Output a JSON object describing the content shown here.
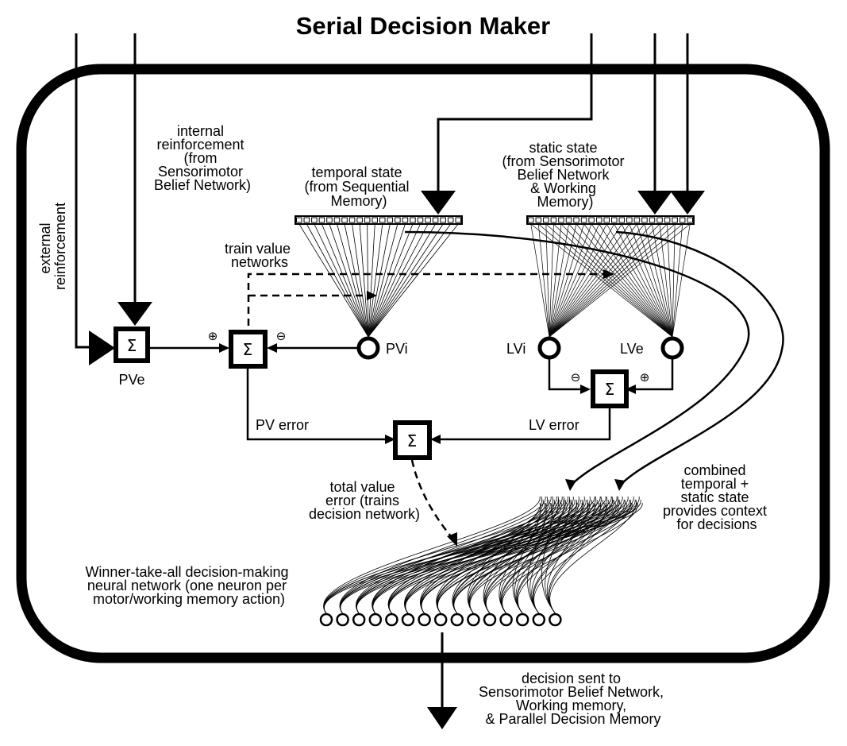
{
  "title": "Serial Decision Maker",
  "colors": {
    "ink": "#000000",
    "background": "#ffffff"
  },
  "labels": {
    "external_reinforcement": [
      "external",
      "reinforcement"
    ],
    "internal_reinforcement": [
      "internal",
      "reinforcement",
      "(from",
      "Sensorimotor",
      "Belief Network)"
    ],
    "temporal_state": [
      "temporal state",
      "(from Sequential",
      "Memory)"
    ],
    "static_state": [
      "static state",
      "(from Sensorimotor",
      "Belief Network",
      "& Working",
      "Memory)"
    ],
    "train_value_networks": [
      "train value",
      "networks"
    ],
    "pv_error": "PV error",
    "lv_error": "LV error",
    "total_value_error": [
      "total value",
      "error (trains",
      "decision network)"
    ],
    "combined_state": [
      "combined",
      "temporal +",
      "static state",
      "provides context",
      "for decisions"
    ],
    "wta_network": [
      "Winner-take-all decision-making",
      "neural network (one neuron per",
      "motor/working memory action)"
    ],
    "decision_output": [
      "decision sent to",
      "Sensorimotor Belief Network,",
      "Working memory,",
      "& Parallel Decision Memory"
    ]
  },
  "nodes": {
    "pve": {
      "label": "PVe",
      "symbol": "Σ"
    },
    "pv_sum": {
      "symbol": "Σ",
      "plus": "⊕",
      "minus": "⊖"
    },
    "pvi": {
      "label": "PVi"
    },
    "lvi": {
      "label": "LVi"
    },
    "lve": {
      "label": "LVe"
    },
    "lv_sum": {
      "symbol": "Σ",
      "plus": "⊕",
      "minus": "⊖"
    },
    "total_sum": {
      "symbol": "Σ"
    }
  },
  "temporal_layer_units": 22,
  "static_layer_units": 22,
  "decision_neurons": 15
}
